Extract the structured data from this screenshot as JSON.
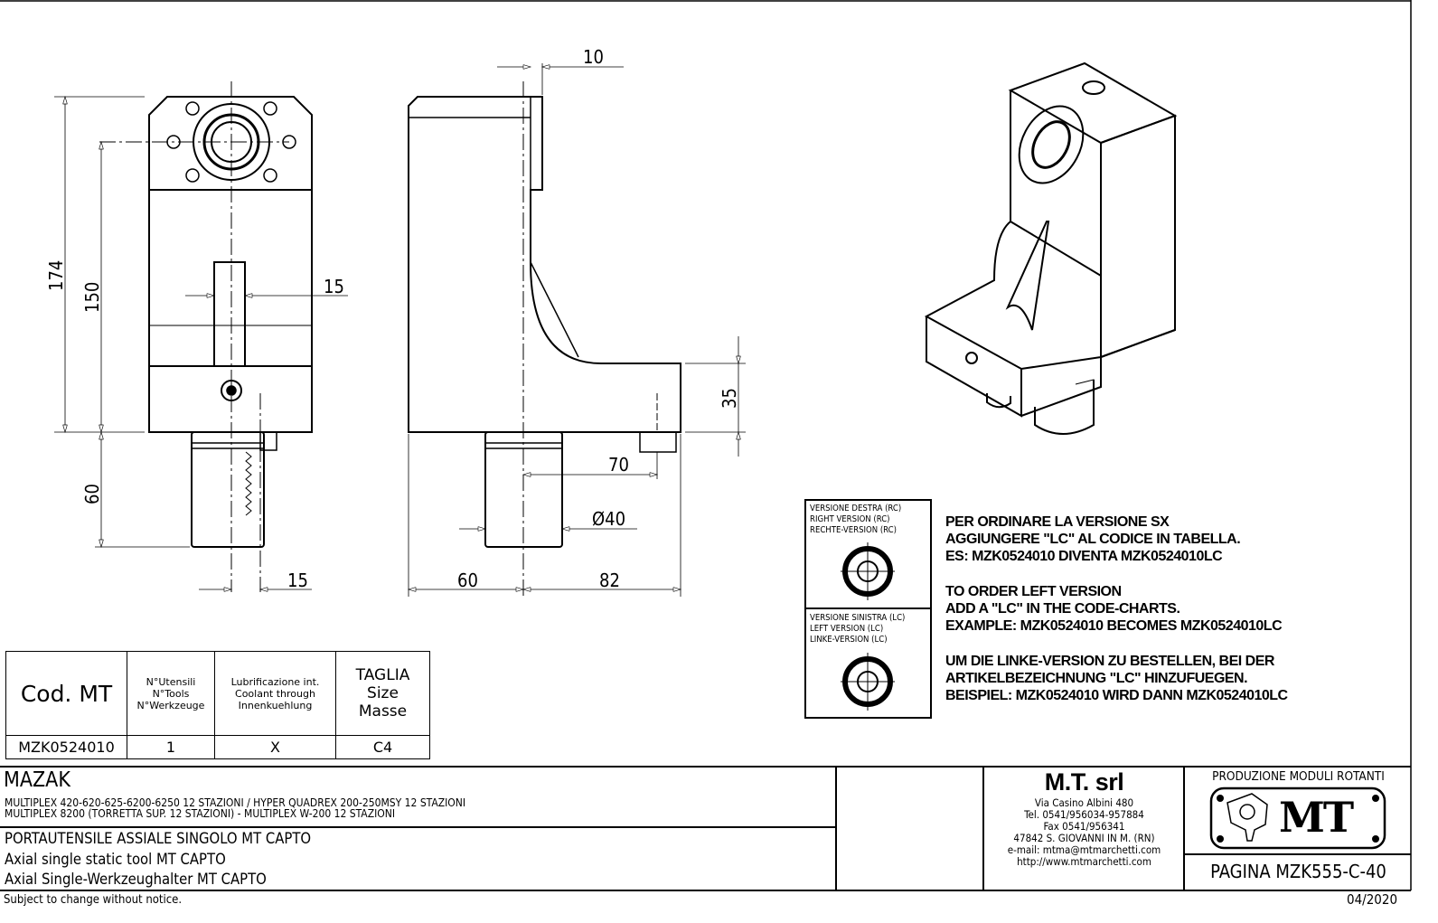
{
  "drawing": {
    "front_view_dims": {
      "overall_height": "174",
      "bore_height": "150",
      "shank_length": "60",
      "slot_width": "15",
      "shank_offset": "15"
    },
    "side_view_dims": {
      "flange_thickness": "10",
      "base_height": "35",
      "center_to_base": "70",
      "shank_diameter": "Ø40",
      "left_to_center": "60",
      "center_to_right": "82"
    }
  },
  "spec_table": {
    "headers": {
      "code": "Cod. MT",
      "tools": [
        "N°Utensili",
        "N°Tools",
        "N°Werkzeuge"
      ],
      "coolant": [
        "Lubrificazione int.",
        "Coolant through",
        "Innenkuehlung"
      ],
      "size": [
        "TAGLIA",
        "Size",
        "Masse"
      ]
    },
    "rows": [
      {
        "code": "MZK0524010",
        "tools": "1",
        "coolant": "X",
        "size": "C4"
      }
    ]
  },
  "version_box": {
    "right": [
      "VERSIONE DESTRA (RC)",
      "RIGHT VERSION (RC)",
      "RECHTE-VERSION (RC)"
    ],
    "left": [
      "VERSIONE SINISTRA (LC)",
      "LEFT VERSION (LC)",
      "LINKE-VERSION (LC)"
    ]
  },
  "order_notes": {
    "it": [
      "PER ORDINARE LA VERSIONE SX",
      "AGGIUNGERE \"LC\" AL CODICE IN TABELLA.",
      "ES: MZK0524010 DIVENTA MZK0524010LC"
    ],
    "en": [
      "TO ORDER LEFT VERSION",
      "ADD A \"LC\" IN THE CODE-CHARTS.",
      "EXAMPLE: MZK0524010 BECOMES MZK0524010LC"
    ],
    "de": [
      "UM DIE LINKE-VERSION ZU BESTELLEN, BEI DER",
      "ARTIKELBEZEICHNUNG \"LC\" HINZUFUEGEN.",
      "BEISPIEL: MZK0524010 WIRD DANN MZK0524010LC"
    ]
  },
  "title_block": {
    "brand": "MAZAK",
    "machines": [
      "MULTIPLEX 420-620-625-6200-6250 12 STAZIONI / HYPER QUADREX 200-250MSY 12 STAZIONI",
      "MULTIPLEX 8200 (TORRETTA SUP. 12 STAZIONI) - MULTIPLEX W-200 12 STAZIONI"
    ],
    "description": [
      "PORTAUTENSILE ASSIALE SINGOLO MT CAPTO",
      "Axial single static tool MT CAPTO",
      "Axial Single-Werkzeughalter MT CAPTO"
    ],
    "company": {
      "name": "M.T. srl",
      "address": [
        "Via Casino Albini 480",
        "Tel. 0541/956034-957884",
        "Fax 0541/956341",
        "47842 S. GIOVANNI IN M. (RN)",
        "e-mail: mtma@mtmarchetti.com",
        "http://www.mtmarchetti.com"
      ]
    },
    "division": "PRODUZIONE MODULI ROTANTI",
    "logo_text": "MT",
    "page": "PAGINA MZK555-C-40"
  },
  "footer": {
    "notice": "Subject to change without notice.",
    "date": "04/2020"
  }
}
